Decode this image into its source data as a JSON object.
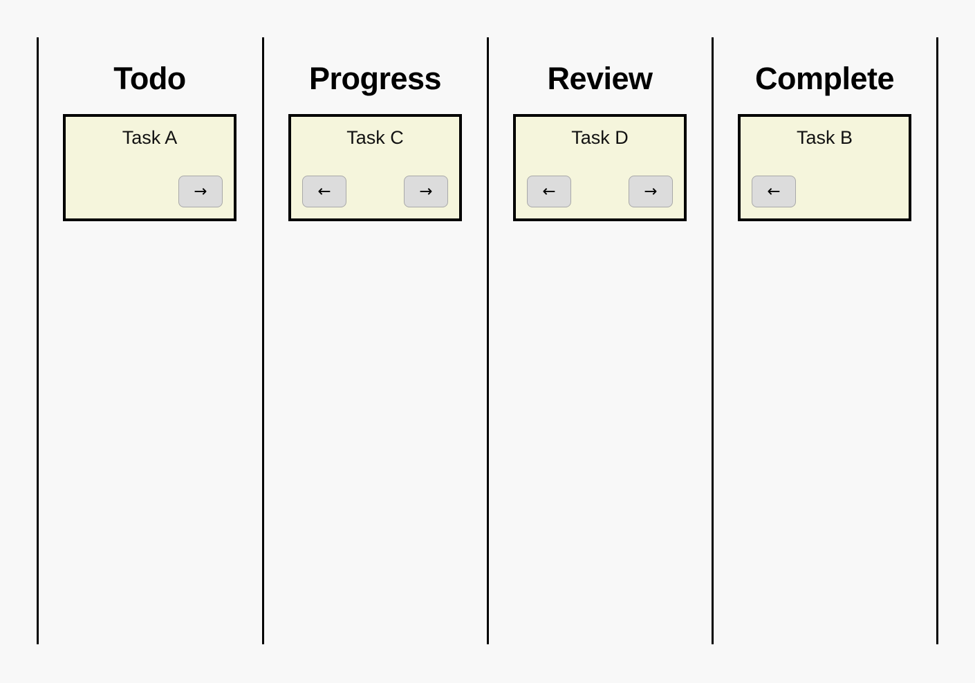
{
  "board": {
    "background_color": "#f8f8f8",
    "divider_color": "#000000",
    "card_fill_color": "#f5f5dc",
    "card_border_color": "#000000",
    "button_fill_color": "#dcdcdc",
    "columns": [
      {
        "title": "Todo",
        "cards": [
          {
            "title": "Task A",
            "buttons": [
              {
                "label": "→",
                "icon": "arrow-right-icon",
                "direction": "forward"
              }
            ]
          }
        ]
      },
      {
        "title": "Progress",
        "cards": [
          {
            "title": "Task C",
            "buttons": [
              {
                "label": "←",
                "icon": "arrow-left-icon",
                "direction": "back"
              },
              {
                "label": "→",
                "icon": "arrow-right-icon",
                "direction": "forward"
              }
            ]
          }
        ]
      },
      {
        "title": "Review",
        "cards": [
          {
            "title": "Task D",
            "buttons": [
              {
                "label": "←",
                "icon": "arrow-left-icon",
                "direction": "back"
              },
              {
                "label": "→",
                "icon": "arrow-right-icon",
                "direction": "forward"
              }
            ]
          }
        ]
      },
      {
        "title": "Complete",
        "cards": [
          {
            "title": "Task B",
            "buttons": [
              {
                "label": "←",
                "icon": "arrow-left-icon",
                "direction": "back"
              }
            ]
          }
        ]
      }
    ]
  }
}
